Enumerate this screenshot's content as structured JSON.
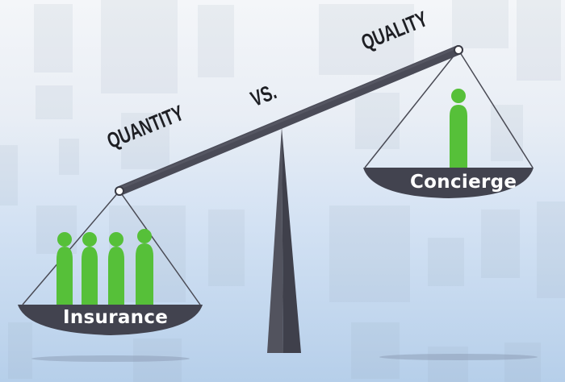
{
  "header_words": {
    "quantity": "QUANTITY",
    "vs": "VS.",
    "quality": "QUALITY"
  },
  "left_pan": {
    "label": "Insurance",
    "figures": 4,
    "meaning": "quantity"
  },
  "right_pan": {
    "label": "Concierge",
    "figures": 1,
    "meaning": "quality"
  },
  "colors": {
    "beam": "#4a4b57",
    "figure_green": "#56c039",
    "pan": "#42434f",
    "label_text": "#ffffff",
    "title_text": "#1e1f24",
    "background_top": "#f4f6f9",
    "background_bottom": "#b6cfea"
  }
}
